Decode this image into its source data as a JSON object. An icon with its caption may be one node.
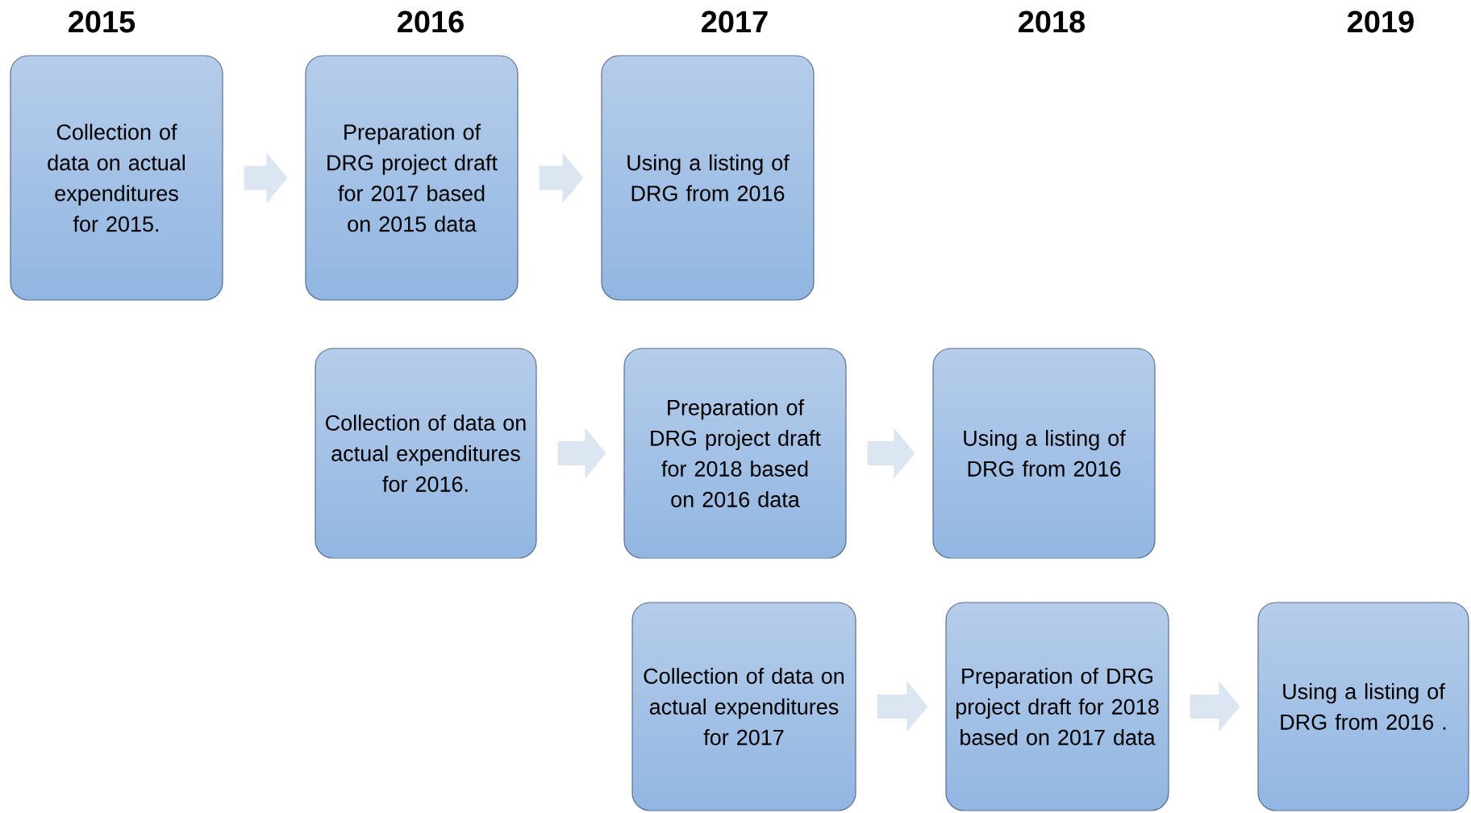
{
  "diagram": {
    "nodes": [
      {
        "text": [
          "Collection of data on actual expenditures for 2015."
        ]
      },
      {
        "text": [
          "Preparation of DRG project draft for 2017 based on 2015 data"
        ]
      },
      {
        "text": [
          "Using a listing of DRG from 2016"
        ]
      },
      {
        "text": [
          "Collection of data on actual expenditures for 2016."
        ]
      },
      {
        "text": [
          "Preparation of DRG project draft for 2018 based on 2016 data"
        ]
      },
      {
        "text": [
          "Using a listing of DRG from 2016"
        ]
      },
      {
        "text": [
          "Collection of data on actual expenditures for 2017"
        ]
      },
      {
        "text": [
          "Preparation of DRG project draft for 2018 based on 2017 data"
        ]
      },
      {
        "text": [
          "Using a listing of DRG from 2016 ."
        ]
      }
    ],
    "edges": [
      {
        "from": 0,
        "to": 1,
        "arrow": "to"
      },
      {
        "from": 1,
        "to": 2,
        "arrow": "to"
      },
      {
        "from": 3,
        "to": 4,
        "arrow": "to"
      },
      {
        "from": 4,
        "to": 5,
        "arrow": "to"
      },
      {
        "from": 6,
        "to": 7,
        "arrow": "to"
      },
      {
        "from": 7,
        "to": 8,
        "arrow": "to"
      }
    ],
    "labels": [
      "2015",
      "2016",
      "2017",
      "2018",
      "2019"
    ]
  }
}
